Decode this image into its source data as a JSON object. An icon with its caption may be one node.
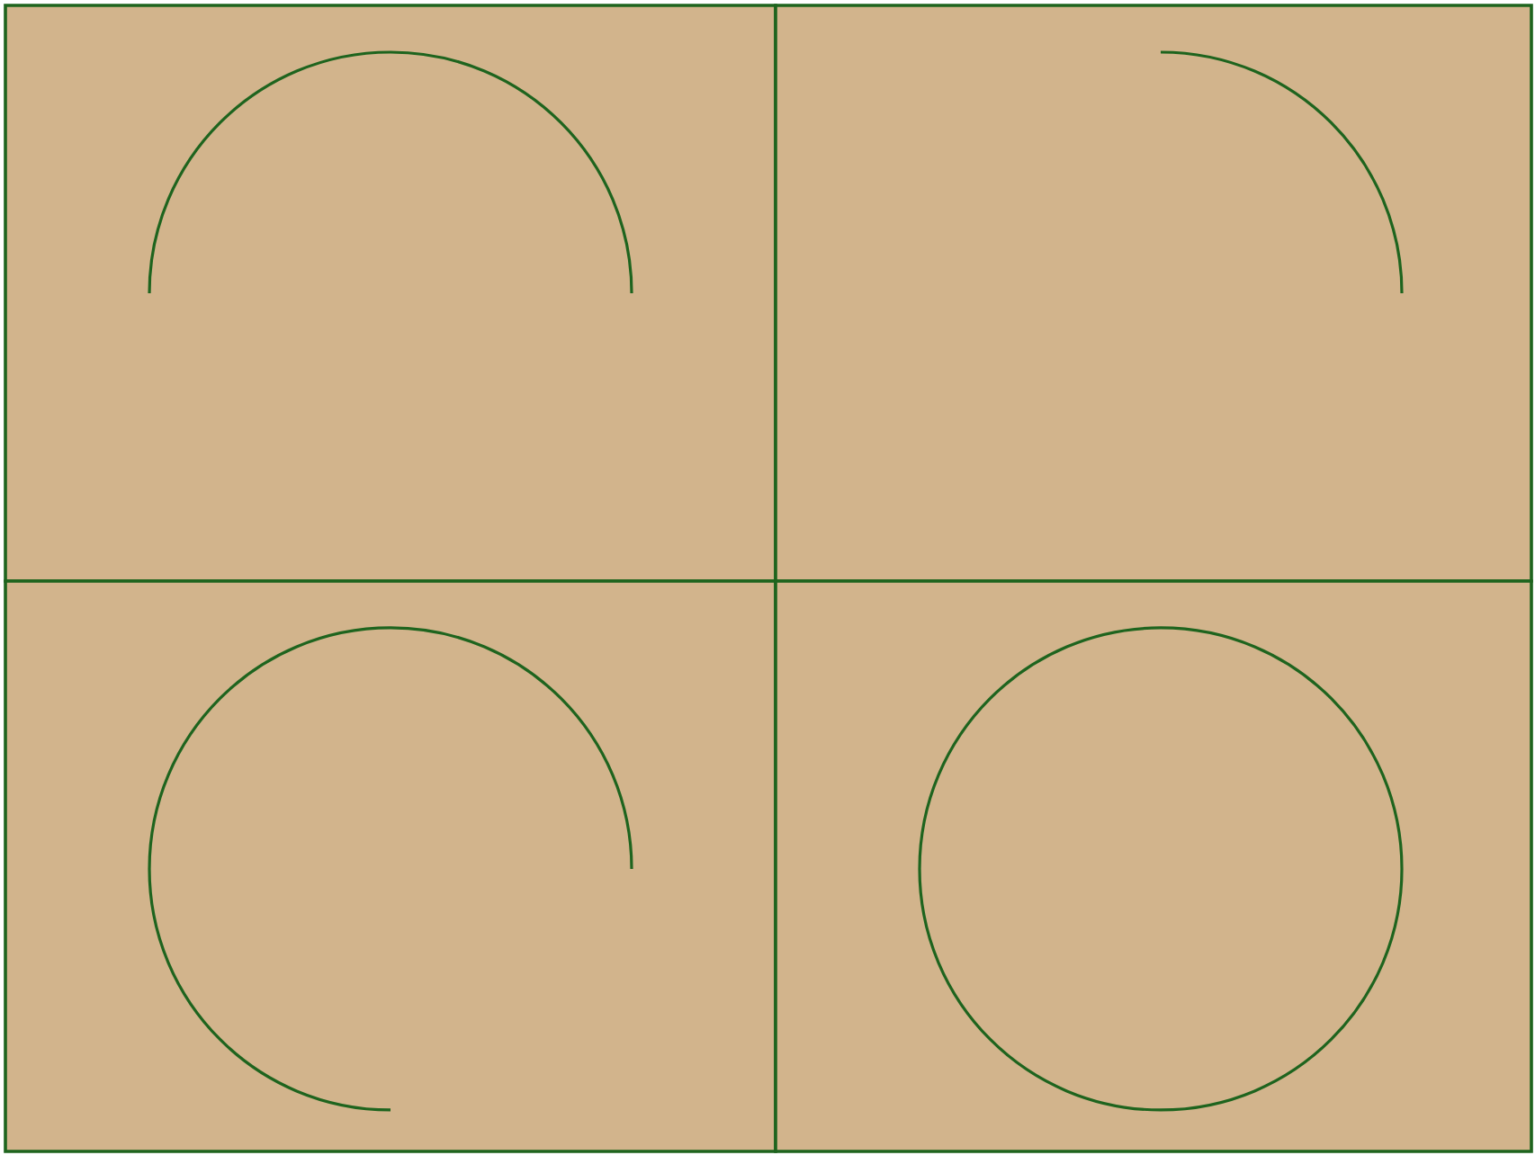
{
  "diagram": {
    "nodes": [
      {
        "text": [],
        "shape": "box"
      },
      {
        "text": [],
        "shape": "box"
      },
      {
        "text": [],
        "shape": "box"
      },
      {
        "text": [],
        "shape": "box"
      },
      {
        "text": [],
        "shape": "arc",
        "in": 0
      },
      {
        "text": [],
        "shape": "arc",
        "in": 1
      },
      {
        "text": [],
        "shape": "arc",
        "in": 2
      },
      {
        "text": [],
        "shape": "circle",
        "in": 3
      }
    ]
  }
}
